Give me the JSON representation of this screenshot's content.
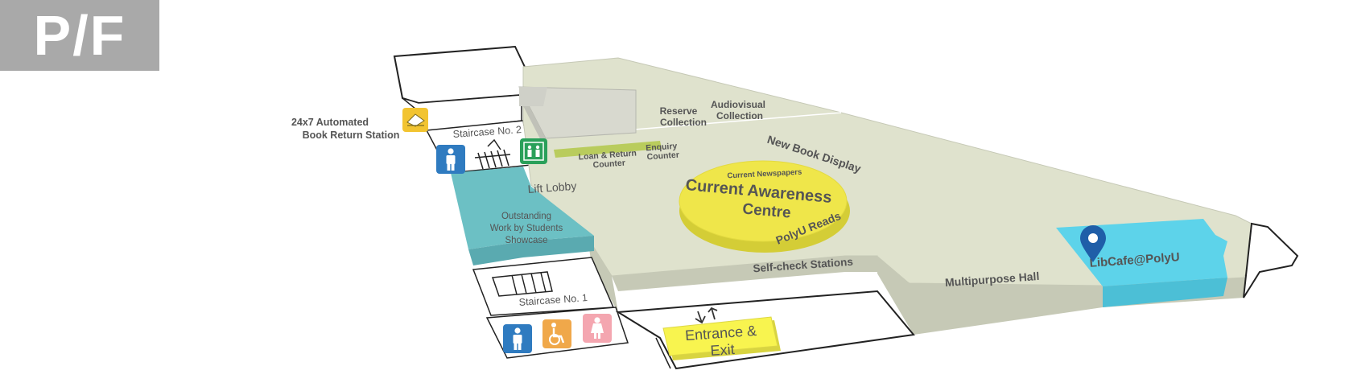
{
  "floor": {
    "label": "P/F"
  },
  "labels": {
    "book_return_line1": "24x7 Automated",
    "book_return_line2": "Book Return Station",
    "staircase_2": "Staircase No. 2",
    "staircase_1": "Staircase No. 1",
    "lift_lobby": "Lift Lobby",
    "showcase_line1": "Outstanding",
    "showcase_line2": "Work by Students",
    "showcase_line3": "Showcase",
    "reserve_line1": "Reserve",
    "reserve_line2": "Collection",
    "audiovisual_line1": "Audiovisual",
    "audiovisual_line2": "Collection",
    "loan_return_line1": "Loan & Return",
    "loan_return_line2": "Counter",
    "enquiry_line1": "Enquiry",
    "enquiry_line2": "Counter",
    "current_newspapers": "Current Newspapers",
    "cac_line1": "Current Awareness",
    "cac_line2": "Centre",
    "new_book_display": "New Book Display",
    "polyu_reads": "PolyU Reads",
    "self_check": "Self-check Stations",
    "multipurpose_hall": "Multipurpose Hall",
    "libcafe": "LibCafe@PolyU",
    "entrance_line1": "Entrance &",
    "entrance_line2": "Exit"
  },
  "icons": {
    "male_toilet": "male-toilet-icon",
    "female_toilet": "female-toilet-icon",
    "accessible_toilet": "wheelchair-icon",
    "lift": "lift-icon",
    "book_return": "book-return-icon",
    "location_pin": "location-pin-icon"
  },
  "colors": {
    "floor": "#dfe2cd",
    "floor_side": "#c6c9b6",
    "showcase": "#6cc0c4",
    "libcafe": "#5dd3ea",
    "centre": "#efe64a",
    "entrance": "#f8f44f",
    "counter": "#b9cc5d",
    "male": "#2f7bc0",
    "female": "#f4a6b0",
    "accessible": "#f0a84a",
    "lift": "#2aa05a",
    "pin": "#1f5ea8"
  }
}
